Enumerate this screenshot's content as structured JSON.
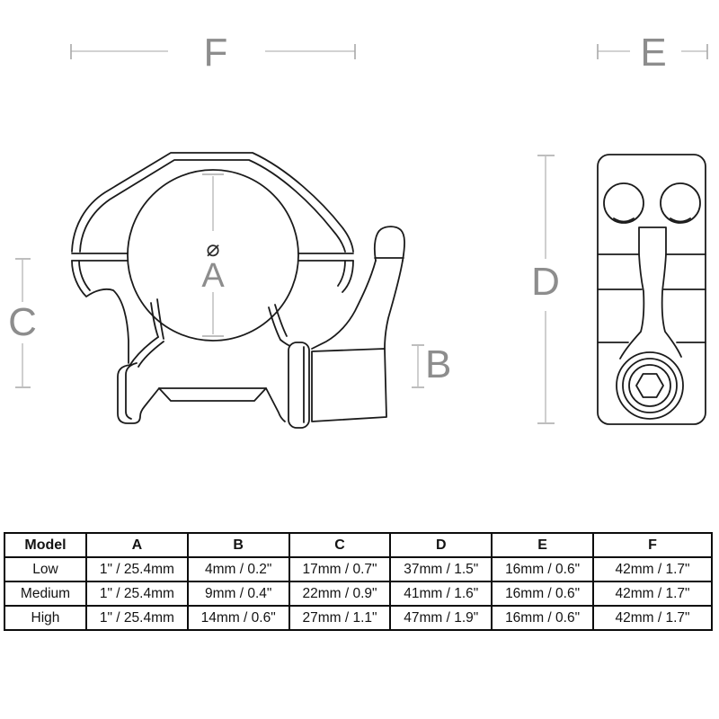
{
  "drawing": {
    "labels": {
      "A": "A",
      "B": "B",
      "C": "C",
      "D": "D",
      "E": "E",
      "F": "F"
    },
    "diameter_symbol": "⌀",
    "line_color": "#1b1b1b",
    "dim_color": "#8d8d8d"
  },
  "table": {
    "columns": [
      "Model",
      "A",
      "B",
      "C",
      "D",
      "E",
      "F"
    ],
    "rows": [
      [
        "Low",
        "1\" / 25.4mm",
        "4mm / 0.2\"",
        "17mm / 0.7\"",
        "37mm / 1.5\"",
        "16mm / 0.6\"",
        "42mm / 1.7\""
      ],
      [
        "Medium",
        "1\" / 25.4mm",
        "9mm / 0.4\"",
        "22mm / 0.9\"",
        "41mm / 1.6\"",
        "16mm / 0.6\"",
        "42mm / 1.7\""
      ],
      [
        "High",
        "1\" / 25.4mm",
        "14mm / 0.6\"",
        "27mm / 1.1\"",
        "47mm / 1.9\"",
        "16mm / 0.6\"",
        "42mm / 1.7\""
      ]
    ]
  }
}
